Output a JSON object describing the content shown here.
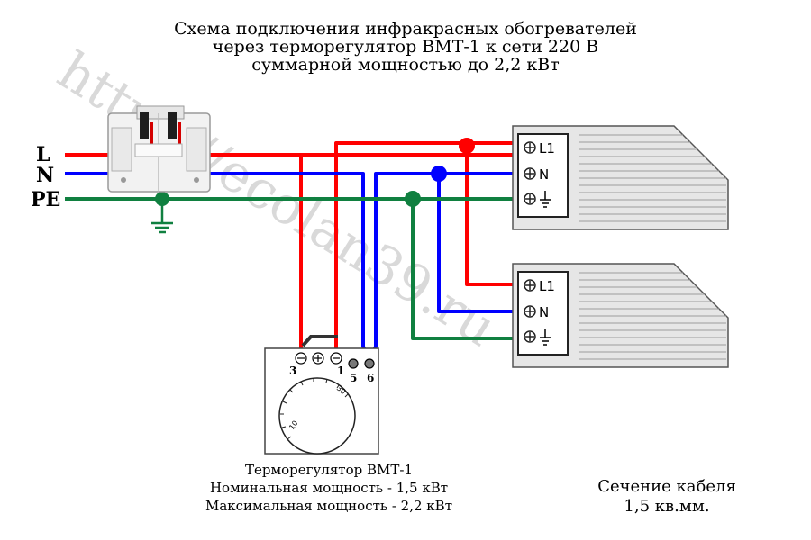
{
  "title": {
    "line1": "Схема подключения инфракрасных обогревателей",
    "line2": "через терморегулятор ВМТ-1 к сети 220 В",
    "line3": "суммарной мощностью до 2,2 кВт"
  },
  "watermark": "https://ecolan39.ru",
  "lines": {
    "L": "L",
    "N": "N",
    "PE": "PE"
  },
  "heater_terminals": {
    "l1": "L1",
    "n": "N"
  },
  "thermostat_terminals": {
    "t3": "3",
    "t1": "1",
    "t5": "5",
    "t6": "6"
  },
  "dial_marks": {
    "low": "10",
    "high": "30"
  },
  "thermostat_caption": {
    "name": "Терморегулятор ВМТ-1",
    "nominal": "Номинальная мощность - 1,5 кВт",
    "max": "Максимальная мощность - 2,2 кВт"
  },
  "cable": {
    "line1": "Сечение кабеля",
    "line2": "1,5 кв.мм."
  },
  "colors": {
    "phase": "#ff0000",
    "neutral": "#0000ff",
    "ground": "#108040",
    "jumper": "#333333"
  }
}
